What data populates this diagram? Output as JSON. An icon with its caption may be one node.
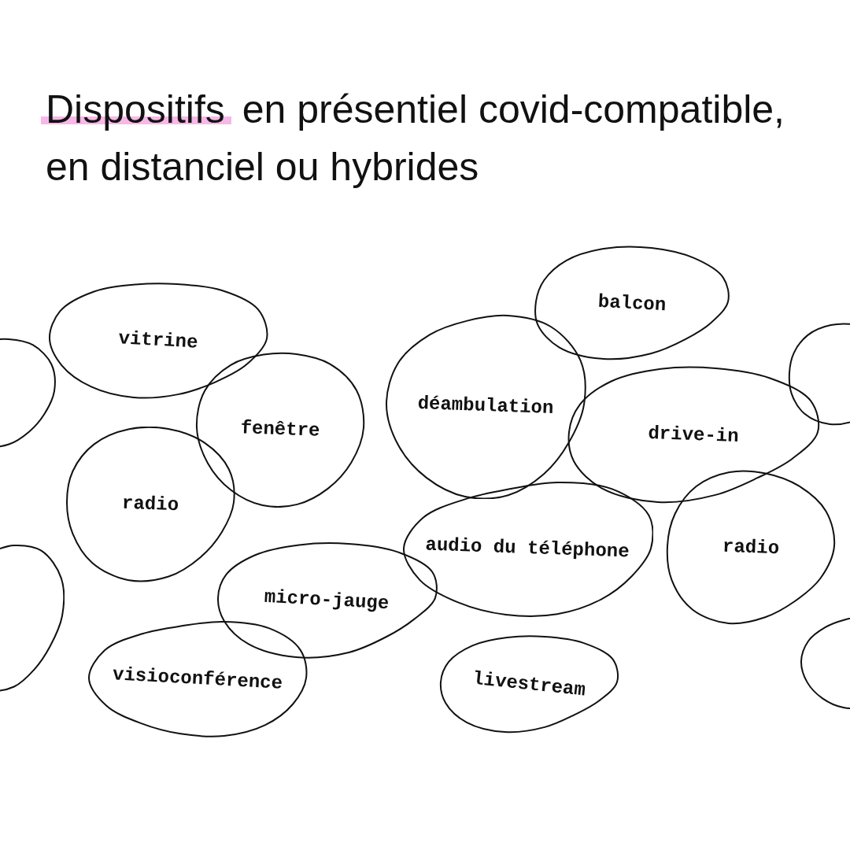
{
  "diagram": {
    "title": "Dispositifs en présentiel covid-compatible, en distanciel ou hybrides",
    "nodes": [
      {
        "text": [
          "vitrine"
        ]
      },
      {
        "text": [
          "balcon"
        ]
      },
      {
        "text": [
          "déambulation"
        ]
      },
      {
        "text": [
          "fenêtre"
        ]
      },
      {
        "text": [
          "drive-in"
        ]
      },
      {
        "text": [
          "radio"
        ]
      },
      {
        "text": [
          "audio du téléphone"
        ]
      },
      {
        "text": [
          "radio"
        ]
      },
      {
        "text": [
          "micro-jauge"
        ]
      },
      {
        "text": [
          "visioconférence"
        ]
      },
      {
        "text": [
          "livestream"
        ]
      },
      {
        "text": [],
        "shape": "oval"
      },
      {
        "text": [],
        "shape": "oval"
      },
      {
        "text": [],
        "shape": "oval"
      },
      {
        "text": [],
        "shape": "oval"
      }
    ]
  }
}
